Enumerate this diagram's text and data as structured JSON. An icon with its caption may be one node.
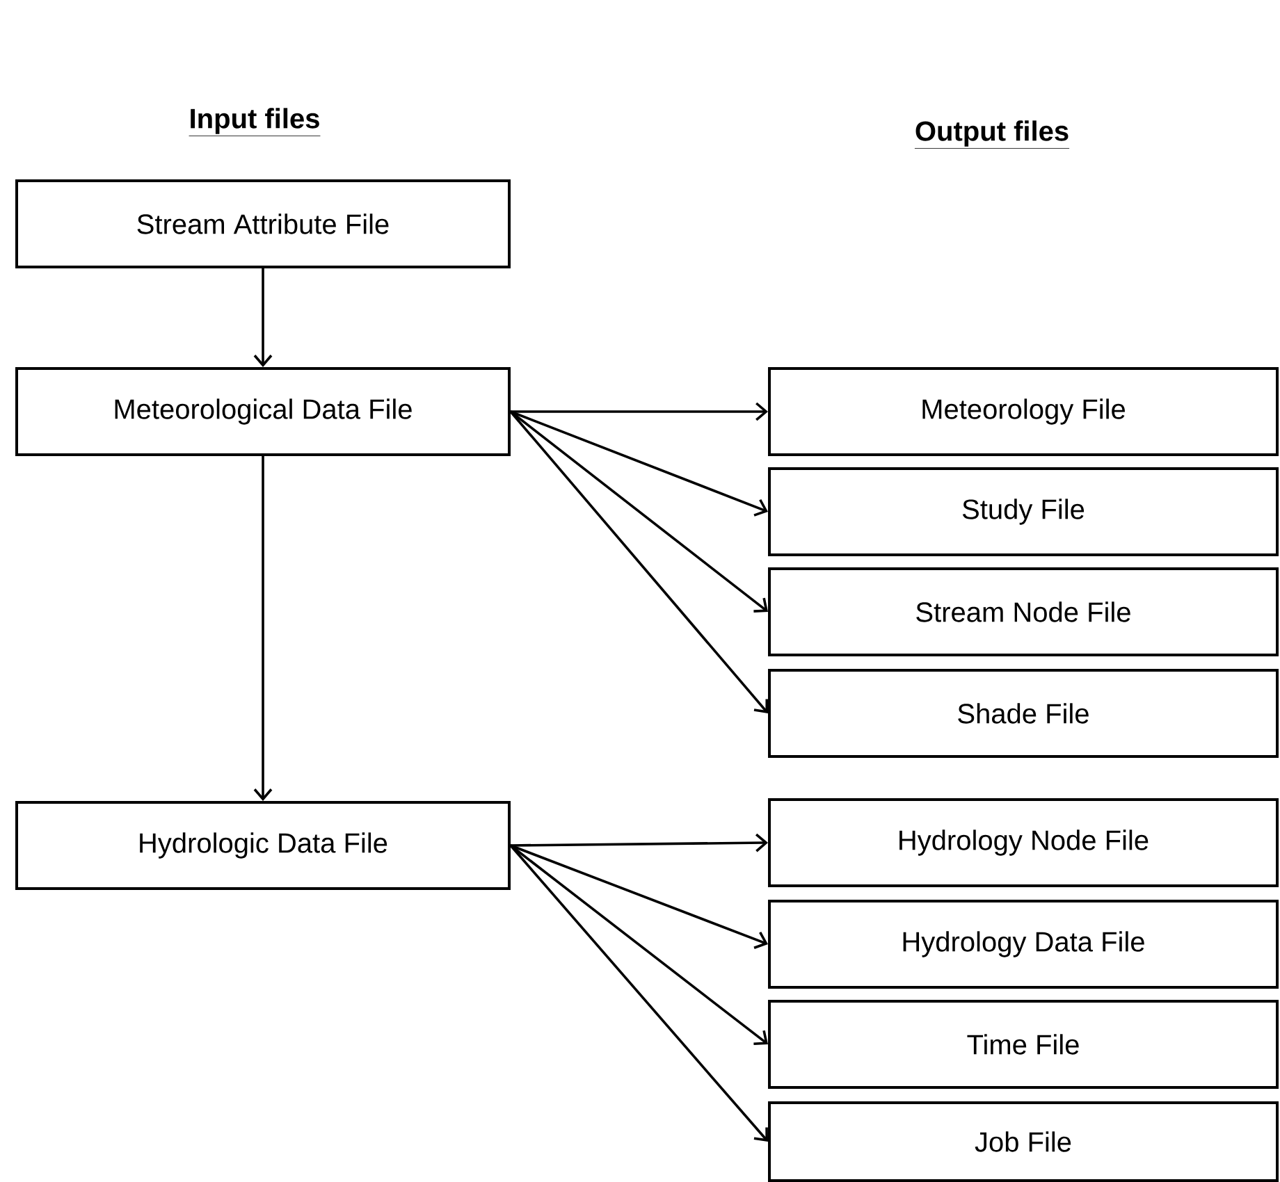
{
  "diagram": {
    "nodes": [
      {
        "text": [
          "Stream Attribute File"
        ]
      },
      {
        "text": [
          "Meteorological Data File"
        ]
      },
      {
        "text": [
          "Hydrologic Data File"
        ]
      },
      {
        "text": [
          "Meteorology File"
        ]
      },
      {
        "text": [
          "Study  File"
        ]
      },
      {
        "text": [
          "Stream Node File"
        ]
      },
      {
        "text": [
          "Shade File"
        ]
      },
      {
        "text": [
          "Hydrology Node File"
        ]
      },
      {
        "text": [
          "Hydrology Data File"
        ]
      },
      {
        "text": [
          "Time File"
        ]
      },
      {
        "text": [
          "Job File"
        ]
      }
    ],
    "edges": [
      {
        "from": 0,
        "to": 1,
        "arrow": "to"
      },
      {
        "from": 1,
        "to": 2,
        "arrow": "to"
      },
      {
        "from": 1,
        "to": 3,
        "arrow": "to"
      },
      {
        "from": 1,
        "to": 4,
        "arrow": "to"
      },
      {
        "from": 1,
        "to": 5,
        "arrow": "to"
      },
      {
        "from": 1,
        "to": 6,
        "arrow": "to"
      },
      {
        "from": 2,
        "to": 7,
        "arrow": "to"
      },
      {
        "from": 2,
        "to": 8,
        "arrow": "to"
      },
      {
        "from": 2,
        "to": 9,
        "arrow": "to"
      },
      {
        "from": 2,
        "to": 10,
        "arrow": "to"
      }
    ],
    "labels": [
      "Input files",
      "Output files"
    ]
  }
}
